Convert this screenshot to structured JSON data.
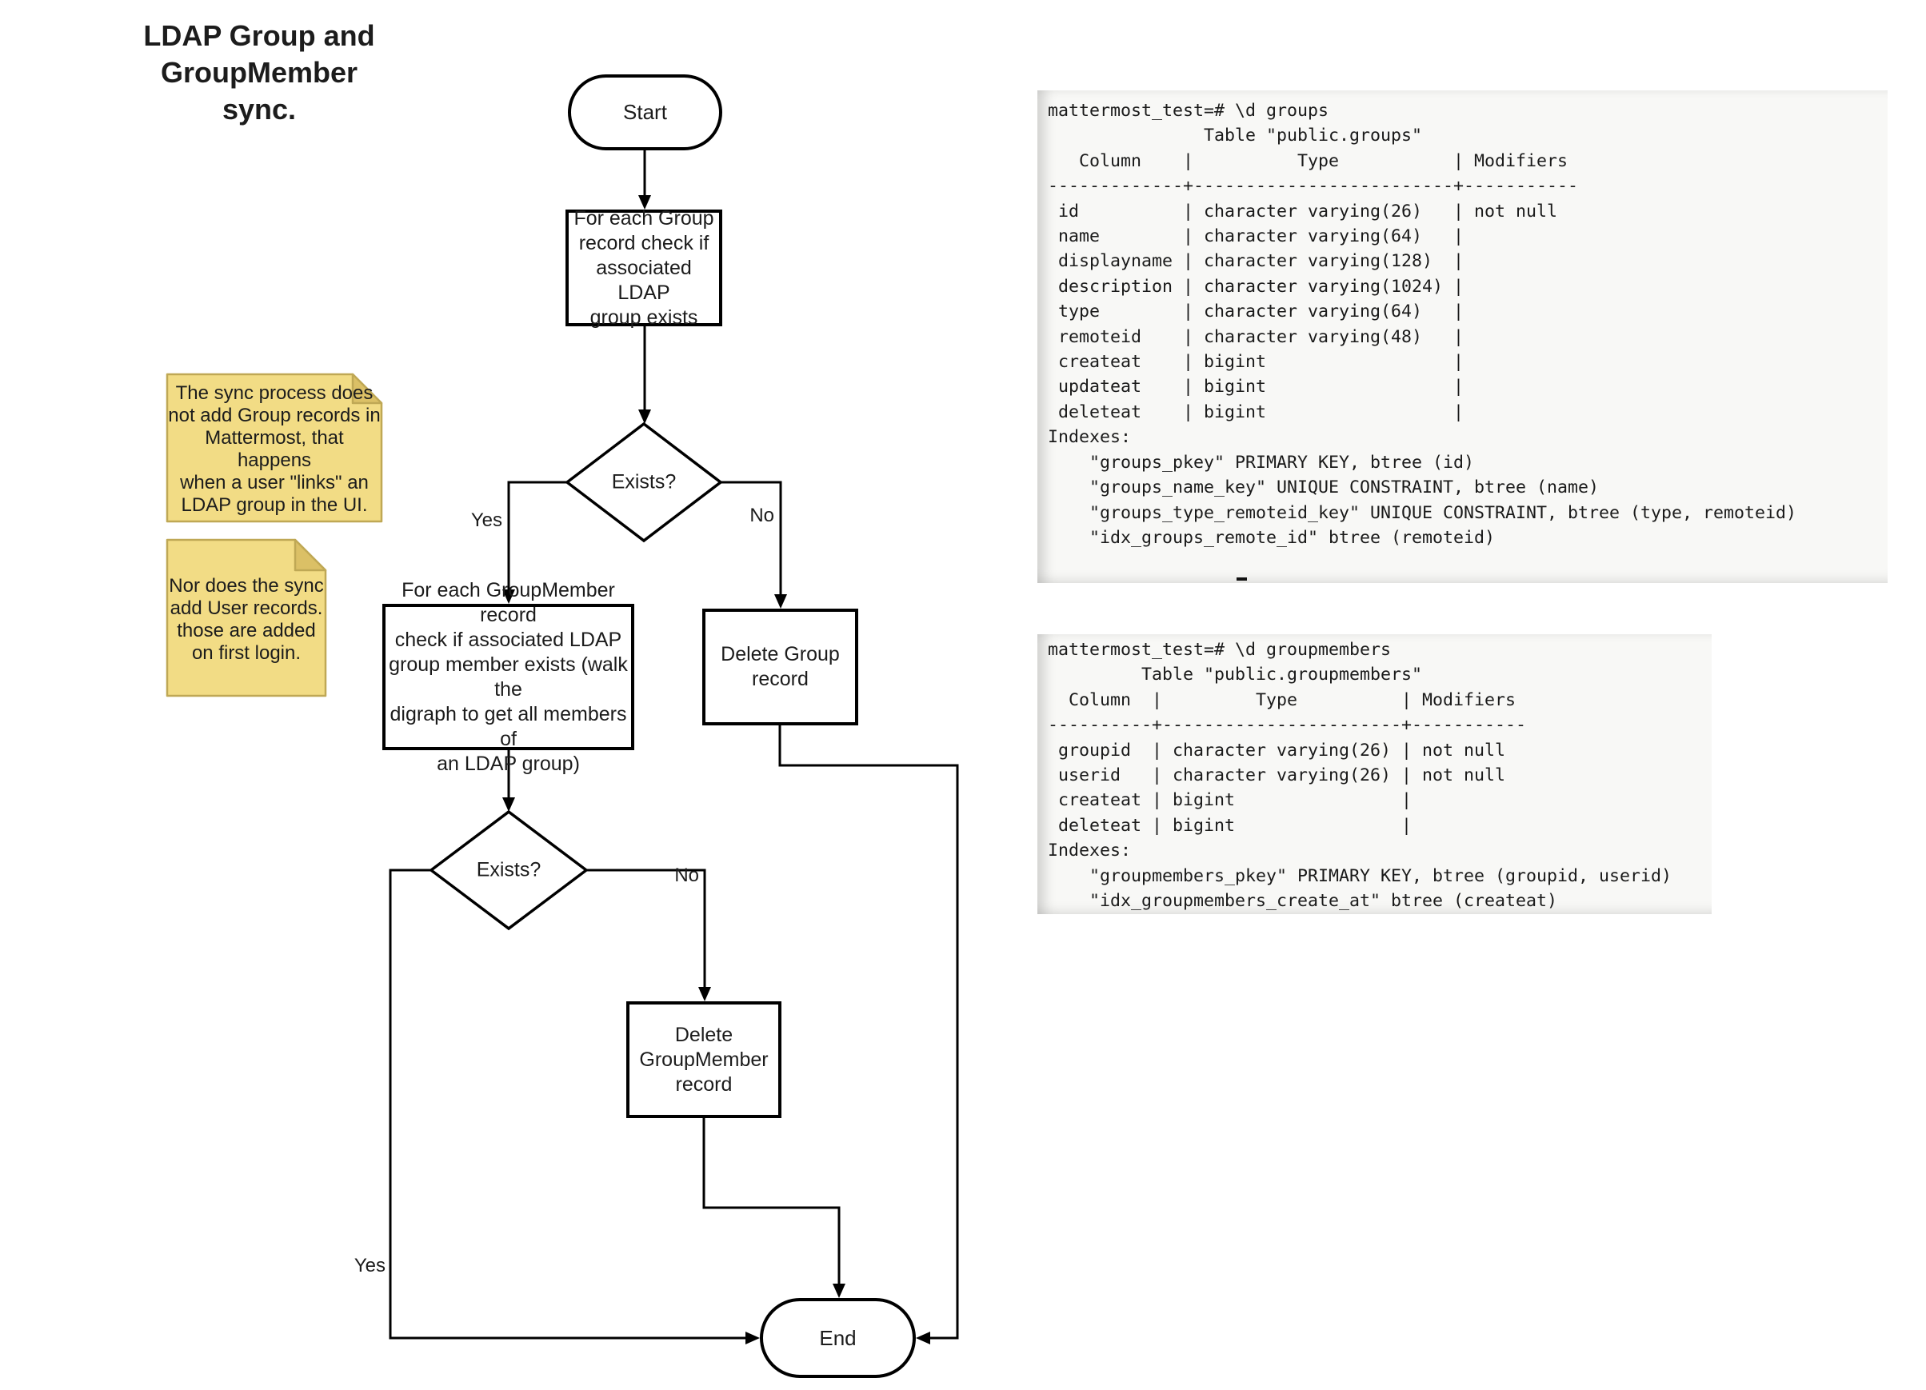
{
  "page": {
    "title_lines": [
      "LDAP Group and",
      "GroupMember sync."
    ]
  },
  "flowchart": {
    "start": "Start",
    "process_group_check": "For each Group\nrecord check if\nassociated LDAP\ngroup exists",
    "decision_group_exists": "Exists?",
    "label_yes_1": "Yes",
    "label_no_1": "No",
    "process_groupmember_check": "For each GroupMember record\ncheck if associated LDAP\ngroup member exists (walk the\ndigraph to get all members of\nan LDAP group)",
    "process_delete_group": "Delete Group\nrecord",
    "decision_groupmember_exists": "Exists?",
    "label_yes_2": "Yes",
    "label_no_2": "No",
    "process_delete_groupmember": "Delete\nGroupMember\nrecord",
    "end": "End"
  },
  "notes": [
    {
      "text": "The sync process does\nnot add Group records in\nMattermost, that happens\nwhen a user \"links\" an\nLDAP group in the UI."
    },
    {
      "text": "Nor does the sync\nadd User records.\nthose are added\non first login."
    }
  ],
  "terminal_groups": {
    "lines": [
      "mattermost_test=# \\d groups",
      "               Table \"public.groups\"",
      "   Column    |          Type           | Modifiers ",
      "-------------+-------------------------+-----------",
      " id          | character varying(26)   | not null",
      " name        | character varying(64)   | ",
      " displayname | character varying(128)  | ",
      " description | character varying(1024) | ",
      " type        | character varying(64)   | ",
      " remoteid    | character varying(48)   | ",
      " createat    | bigint                  | ",
      " updateat    | bigint                  | ",
      " deleteat    | bigint                  | ",
      "Indexes:",
      "    \"groups_pkey\" PRIMARY KEY, btree (id)",
      "    \"groups_name_key\" UNIQUE CONSTRAINT, btree (name)",
      "    \"groups_type_remoteid_key\" UNIQUE CONSTRAINT, btree (type, remoteid)",
      "    \"idx_groups_remote_id\" btree (remoteid)"
    ]
  },
  "terminal_groupmembers": {
    "lines": [
      "mattermost_test=# \\d groupmembers",
      "         Table \"public.groupmembers\"",
      "  Column  |         Type          | Modifiers ",
      "----------+-----------------------+-----------",
      " groupid  | character varying(26) | not null",
      " userid   | character varying(26) | not null",
      " createat | bigint                | ",
      " deleteat | bigint                | ",
      "Indexes:",
      "    \"groupmembers_pkey\" PRIMARY KEY, btree (groupid, userid)",
      "    \"idx_groupmembers_create_at\" btree (createat)"
    ]
  },
  "colors": {
    "line": "#000000",
    "node_fill": "#ffffff",
    "note_fill": "#F2DC85",
    "note_border": "#BFA855",
    "note_fold": "#DBC066",
    "terminal_bg": "#f8f8f6"
  }
}
